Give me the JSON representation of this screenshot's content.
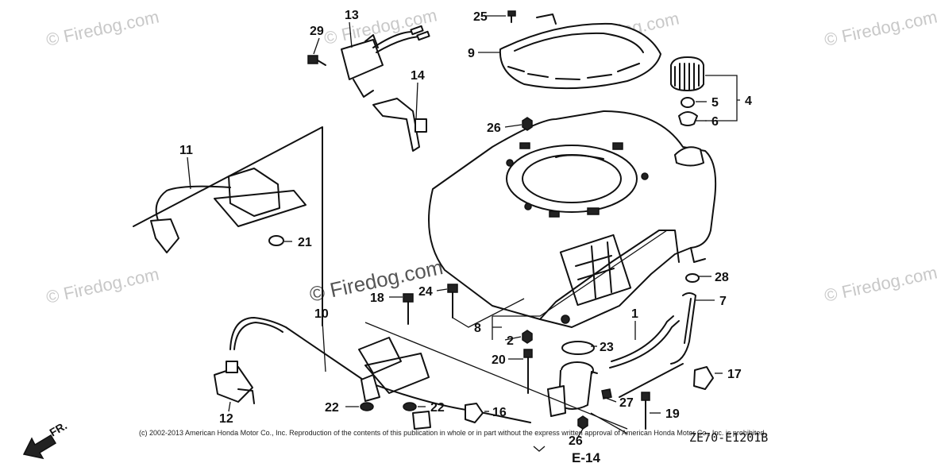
{
  "watermarks": {
    "small": "© Firedog.com",
    "center": "© Firedog.com"
  },
  "callouts": {
    "p1": "1",
    "p2": "2",
    "p4": "4",
    "p5": "5",
    "p6": "6",
    "p7": "7",
    "p8": "8",
    "p9": "9",
    "p10": "10",
    "p11": "11",
    "p12": "12",
    "p13": "13",
    "p14": "14",
    "p16": "16",
    "p17": "17",
    "p18": "18",
    "p19": "19",
    "p20": "20",
    "p21": "21",
    "p22a": "22",
    "p22b": "22",
    "p23": "23",
    "p24": "24",
    "p25": "25",
    "p26a": "26",
    "p26b": "26",
    "p27": "27",
    "p28": "28",
    "p29": "29"
  },
  "copyright": "(c) 2002-2013 American Honda Motor Co., Inc. Reproduction of the contents of this publication in whole or in part without the express written approval of American Honda Motor Co., Inc. is prohibited.",
  "diagram_code": "ZE70-E1201B",
  "page_ref": "E-14",
  "direction_label": "FR."
}
